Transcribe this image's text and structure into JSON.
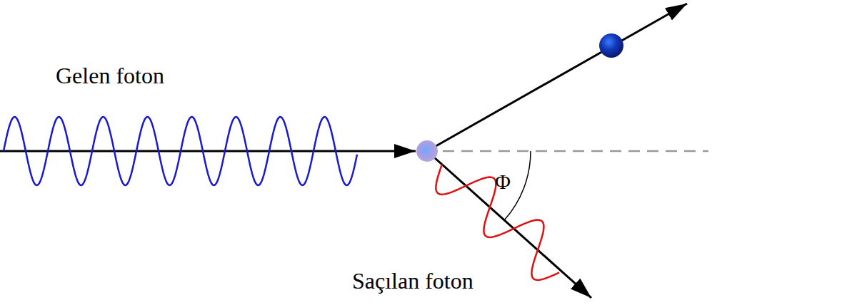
{
  "diagram": {
    "labels": [
      "Gelen foton",
      "Saçılan foton",
      "Φ"
    ]
  }
}
